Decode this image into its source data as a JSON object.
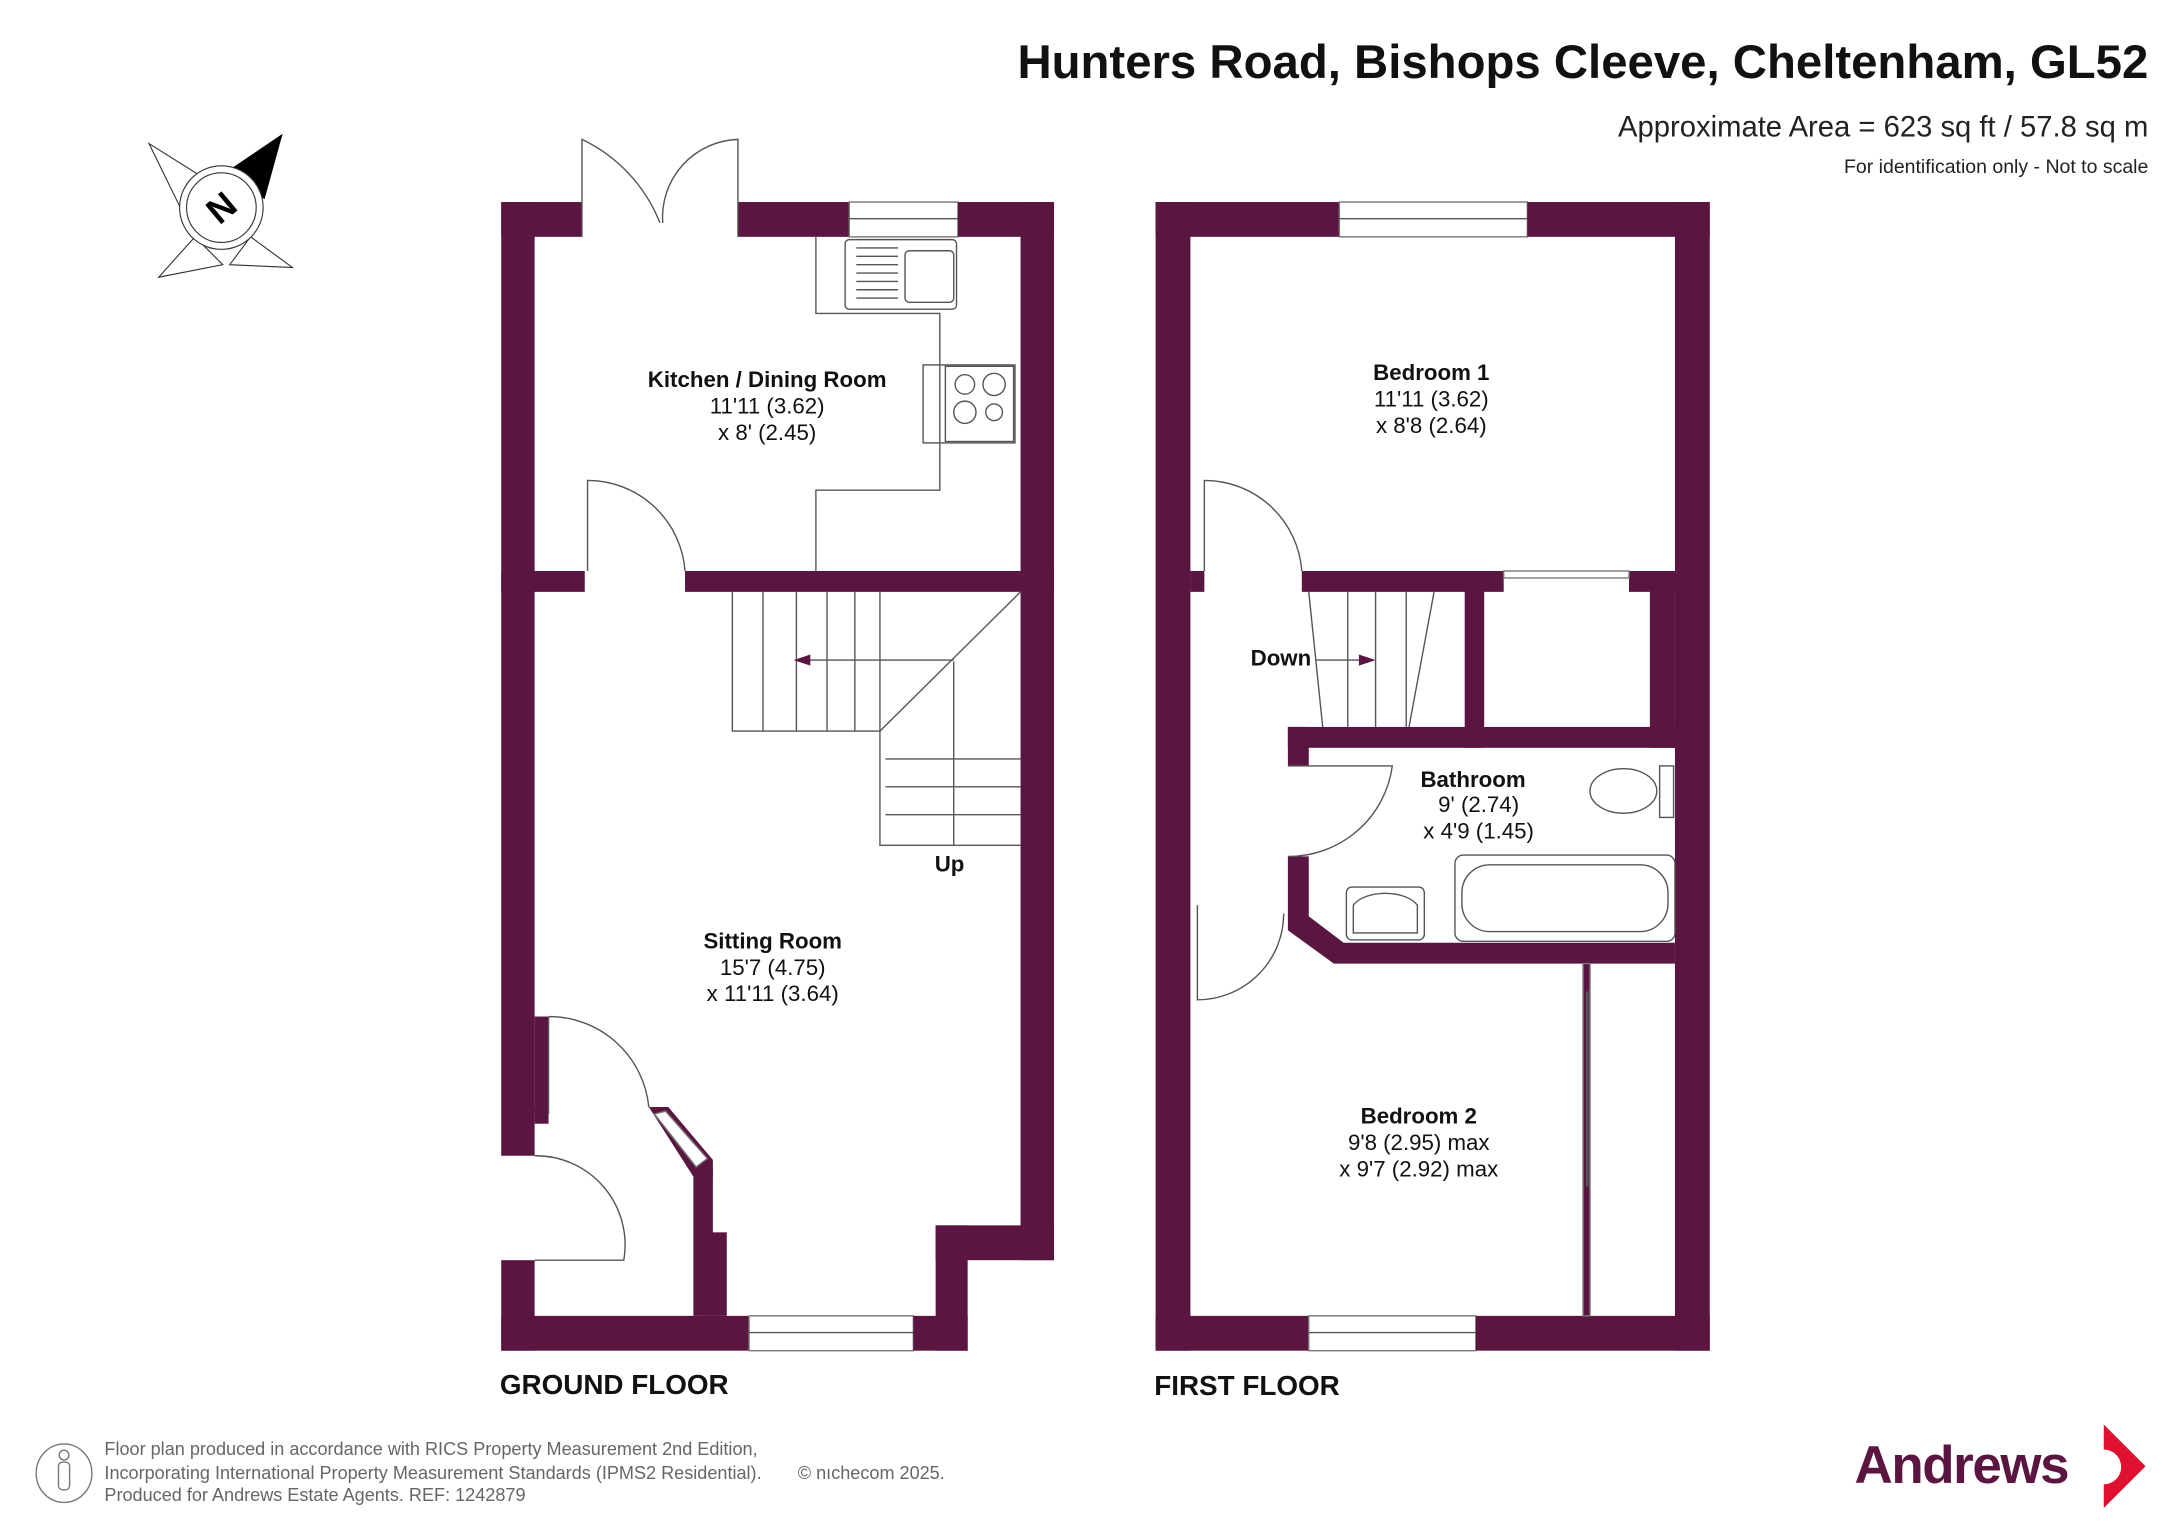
{
  "header": {
    "title": "Hunters Road, Bishops Cleeve, Cheltenham, GL52",
    "area": "Approximate Area = 623 sq ft / 57.8 sq m",
    "disclaimer": "For identification only - Not to scale"
  },
  "compass": {
    "letter": "N"
  },
  "ground_floor": {
    "label": "GROUND FLOOR",
    "rooms": [
      {
        "name": "Kitchen / Dining Room",
        "dim1": "11'11 (3.62)",
        "dim2": "x 8' (2.45)"
      },
      {
        "name": "Sitting Room",
        "dim1": "15'7 (4.75)",
        "dim2": "x 11'11 (3.64)"
      }
    ],
    "stairs_label": "Up"
  },
  "first_floor": {
    "label": "FIRST FLOOR",
    "rooms": [
      {
        "name": "Bedroom 1",
        "dim1": "11'11 (3.62)",
        "dim2": "x 8'8 (2.64)"
      },
      {
        "name": "Bathroom",
        "dim1": "9' (2.74)",
        "dim2": "x 4'9 (1.45)"
      },
      {
        "name": "Bedroom 2",
        "dim1": "9'8 (2.95) max",
        "dim2": "x 9'7 (2.92) max"
      }
    ],
    "stairs_label": "Down"
  },
  "footer": {
    "line1": "Floor plan produced in accordance with RICS Property Measurement 2nd Edition,",
    "line2": "Incorporating International Property Measurement Standards (IPMS2 Residential).",
    "copyright": "© nıchecom 2025.",
    "line3": "Produced for Andrews Estate Agents.   REF:  1242879"
  },
  "brand": {
    "name": "Andrews",
    "color": "#5a1640",
    "accent": "#e0102f"
  },
  "colors": {
    "wall": "#5a1640"
  }
}
